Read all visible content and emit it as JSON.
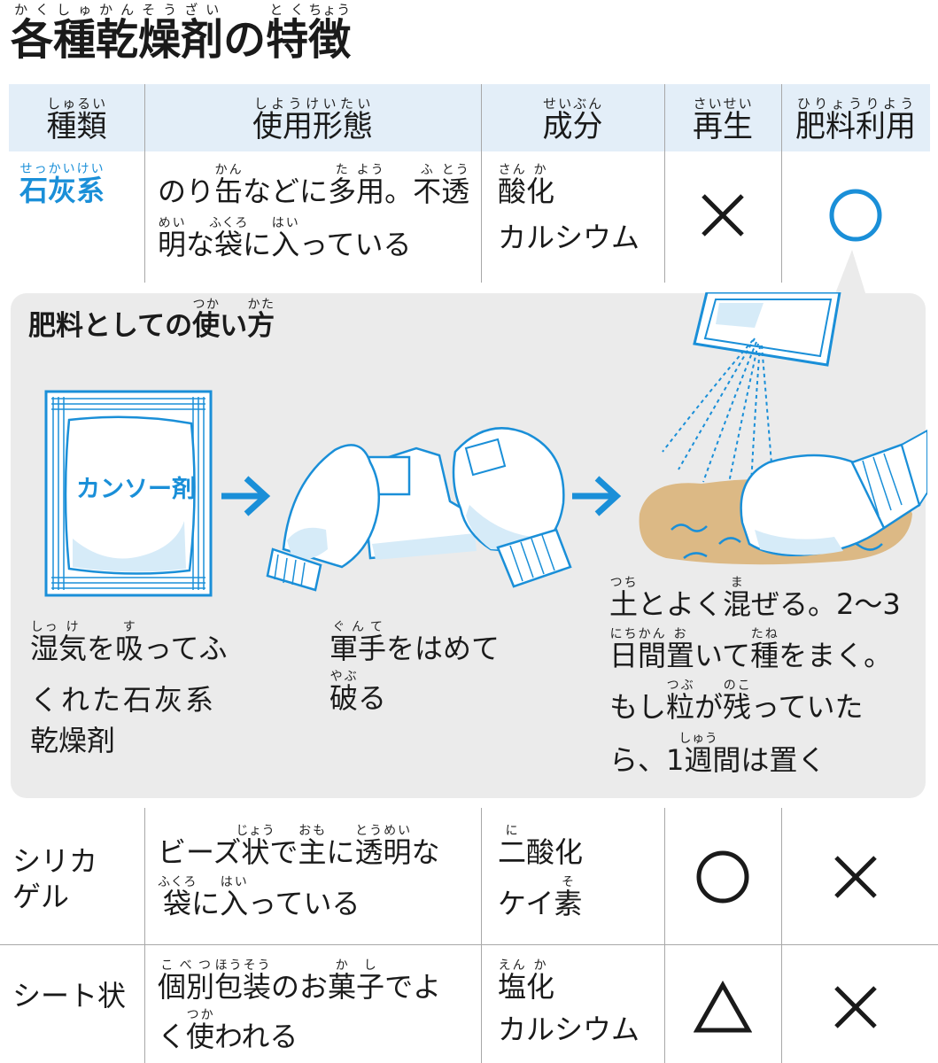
{
  "title": {
    "parts": [
      {
        "kanji": "各",
        "ruby": "かく"
      },
      {
        "kanji": "種",
        "ruby": "しゅ"
      },
      {
        "kanji": "乾",
        "ruby": "かん"
      },
      {
        "kanji": "燥",
        "ruby": "そう"
      },
      {
        "kanji": "剤",
        "ruby": "ざい"
      },
      {
        "plain": "の"
      },
      {
        "kanji": "特",
        "ruby": "とく"
      },
      {
        "kanji": "徴",
        "ruby": "ちょう"
      }
    ]
  },
  "headers": {
    "type": {
      "text": "種類",
      "ruby": "しゅるい"
    },
    "form": {
      "text": "使用形態",
      "ruby": "しようけいたい"
    },
    "component": {
      "text": "成分",
      "ruby": "せいぶん"
    },
    "regen": {
      "text": "再生",
      "ruby": "さいせい"
    },
    "fertilizer": {
      "text": "肥料利用",
      "ruby": "ひりょうりよう"
    }
  },
  "rows": [
    {
      "name": {
        "text": "石灰系",
        "ruby": "せっかいけい"
      },
      "form_line1": [
        {
          "plain": "のり"
        },
        {
          "kanji": "缶",
          "ruby": "かん"
        },
        {
          "plain": "などに"
        },
        {
          "kanji": "多",
          "ruby": "た"
        },
        {
          "kanji": "用",
          "ruby": "よう"
        },
        {
          "plain": "。"
        },
        {
          "kanji": "不",
          "ruby": "ふ"
        },
        {
          "kanji": "透",
          "ruby": "とう"
        }
      ],
      "form_line2": [
        {
          "kanji": "明",
          "ruby": "めい"
        },
        {
          "plain": "な"
        },
        {
          "kanji": "袋",
          "ruby": "ふくろ"
        },
        {
          "plain": "に"
        },
        {
          "kanji": "入",
          "ruby": "はい"
        },
        {
          "plain": "っている"
        }
      ],
      "comp_line1": [
        {
          "kanji": "酸",
          "ruby": "さん"
        },
        {
          "kanji": "化",
          "ruby": "か"
        }
      ],
      "comp_line2": [
        {
          "plain": "カルシウム"
        }
      ],
      "regen": "cross",
      "fertilizer": "circle-blue"
    },
    {
      "name_line1": "シリカ",
      "name_line2": "ゲル",
      "form_line1": [
        {
          "plain": "ビーズ"
        },
        {
          "kanji": "状",
          "ruby": "じょう"
        },
        {
          "plain": "で"
        },
        {
          "kanji": "主",
          "ruby": "おも"
        },
        {
          "plain": "に"
        },
        {
          "kanji": "透明",
          "ruby": "とうめい"
        },
        {
          "plain": "な"
        }
      ],
      "form_line2": [
        {
          "kanji": "袋",
          "ruby": "ふくろ"
        },
        {
          "plain": "に"
        },
        {
          "kanji": "入",
          "ruby": "はい"
        },
        {
          "plain": "っている"
        }
      ],
      "comp_line1": [
        {
          "kanji": "二",
          "ruby": "に"
        },
        {
          "plain": "酸化"
        }
      ],
      "comp_line2": [
        {
          "plain": "ケイ"
        },
        {
          "kanji": "素",
          "ruby": "そ"
        }
      ],
      "regen": "circle",
      "fertilizer": "cross"
    },
    {
      "name": {
        "text": "シート状"
      },
      "form_line1": [
        {
          "kanji": "個別",
          "ruby": "こべつ"
        },
        {
          "kanji": "包装",
          "ruby": "ほうそう"
        },
        {
          "plain": "のお"
        },
        {
          "kanji": "菓子",
          "ruby": "かし"
        },
        {
          "plain": "でよ"
        }
      ],
      "form_line2": [
        {
          "plain": "く"
        },
        {
          "kanji": "使",
          "ruby": "つか"
        },
        {
          "plain": "われる"
        }
      ],
      "comp_line1": [
        {
          "kanji": "塩",
          "ruby": "えん"
        },
        {
          "kanji": "化",
          "ruby": "か"
        }
      ],
      "comp_line2": [
        {
          "plain": "カルシウム"
        }
      ],
      "regen": "triangle",
      "fertilizer": "cross"
    }
  ],
  "usage": {
    "title": [
      {
        "plain": "肥料としての"
      },
      {
        "kanji": "使",
        "ruby": "つか"
      },
      {
        "plain": "い"
      },
      {
        "kanji": "方",
        "ruby": "かた"
      }
    ],
    "bag_label": "カンソー剤",
    "step1": {
      "line1": [
        {
          "kanji": "湿",
          "ruby": "しっ"
        },
        {
          "kanji": "気",
          "ruby": "け"
        },
        {
          "plain": "を"
        },
        {
          "kanji": "吸",
          "ruby": "す"
        },
        {
          "plain": "ってふ"
        }
      ],
      "line2": "くれた石灰系",
      "line3": "乾燥剤"
    },
    "step2": {
      "line1": [
        {
          "kanji": "軍手",
          "ruby": "ぐんて"
        },
        {
          "plain": "をはめて"
        }
      ],
      "line2": [
        {
          "kanji": "破",
          "ruby": "やぶ"
        },
        {
          "plain": "る"
        }
      ]
    },
    "step3": {
      "line1": [
        {
          "kanji": "土",
          "ruby": "つち"
        },
        {
          "plain": "とよく"
        },
        {
          "kanji": "混",
          "ruby": "ま"
        },
        {
          "plain": "ぜる。2〜3"
        }
      ],
      "line2": [
        {
          "kanji": "日間",
          "ruby": "にちかん"
        },
        {
          "kanji": "置",
          "ruby": "お"
        },
        {
          "plain": "いて"
        },
        {
          "kanji": "種",
          "ruby": "たね"
        },
        {
          "plain": "をまく。"
        }
      ],
      "line3": [
        {
          "plain": "もし"
        },
        {
          "kanji": "粒",
          "ruby": "つぶ"
        },
        {
          "plain": "が"
        },
        {
          "kanji": "残",
          "ruby": "のこ"
        },
        {
          "plain": "っていた"
        }
      ],
      "line4": [
        {
          "plain": "ら、1"
        },
        {
          "kanji": "週",
          "ruby": "しゅう"
        },
        {
          "plain": "間は置く"
        }
      ]
    }
  },
  "colors": {
    "accent_blue": "#1a8fd8",
    "header_bg": "#e3eef8",
    "panel_bg": "#ebebeb",
    "soil": "#dcb985"
  }
}
